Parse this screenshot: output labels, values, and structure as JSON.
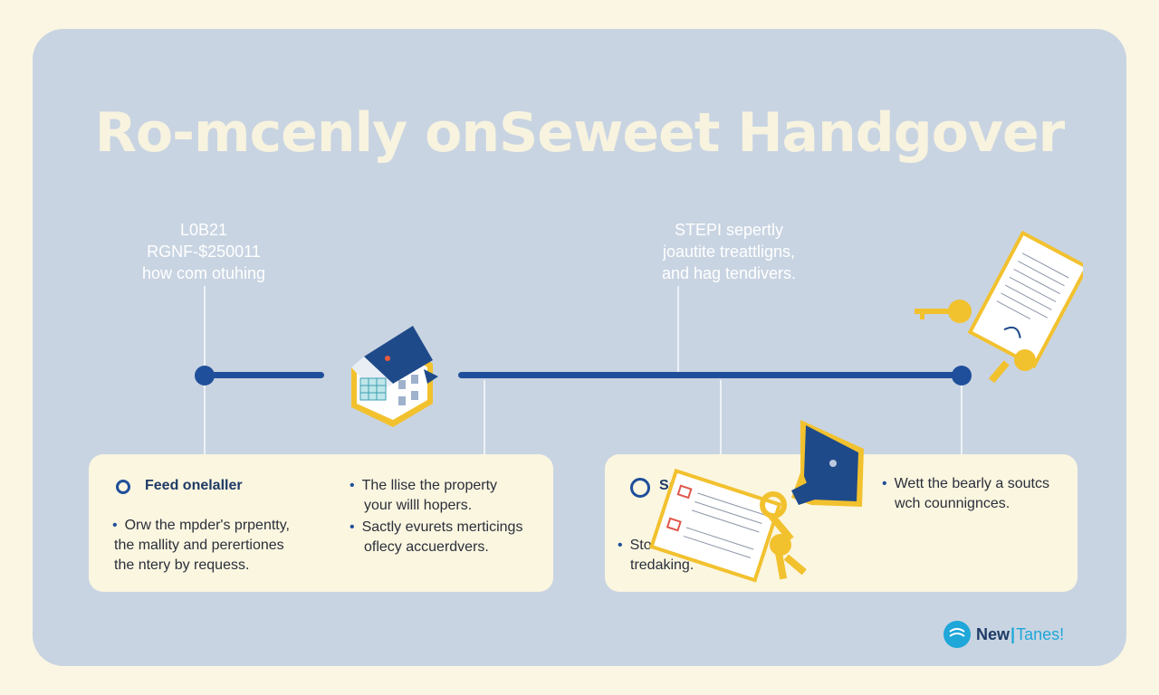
{
  "title": "Ro-mcenly onSeweet Handgover",
  "left_label": {
    "line1": "L0B21",
    "line2": "RGNF-$250011",
    "line3": "how com otuhing"
  },
  "right_label": {
    "line1": "STEPI sepertly",
    "line2": "joautite treattligns,",
    "line3": "and hag tendivers."
  },
  "card_left": {
    "heading": "Feed onelaller",
    "bullets_a": [
      "Orw the mpder's prpentty,",
      "the mallity and perertiones",
      "the ntery by requess."
    ],
    "bullets_b1": [
      "The llise the property",
      "your willl hopers."
    ],
    "bullets_b2": [
      "Sactly evurets merticings",
      "oflecy accuerdvers."
    ]
  },
  "card_right": {
    "heading": "Satel",
    "bullet_a": [
      "Stoce",
      "tredaking."
    ],
    "bullet_b": [
      "Wett the bearly a soutcs",
      "wch counnignces."
    ]
  },
  "brand": {
    "name_a": "New",
    "name_b": "Tanes!"
  },
  "colors": {
    "accent": "#1f4f9a",
    "gold": "#f2c12e",
    "panel": "#c9d4e2",
    "card": "#fbf6e0"
  }
}
